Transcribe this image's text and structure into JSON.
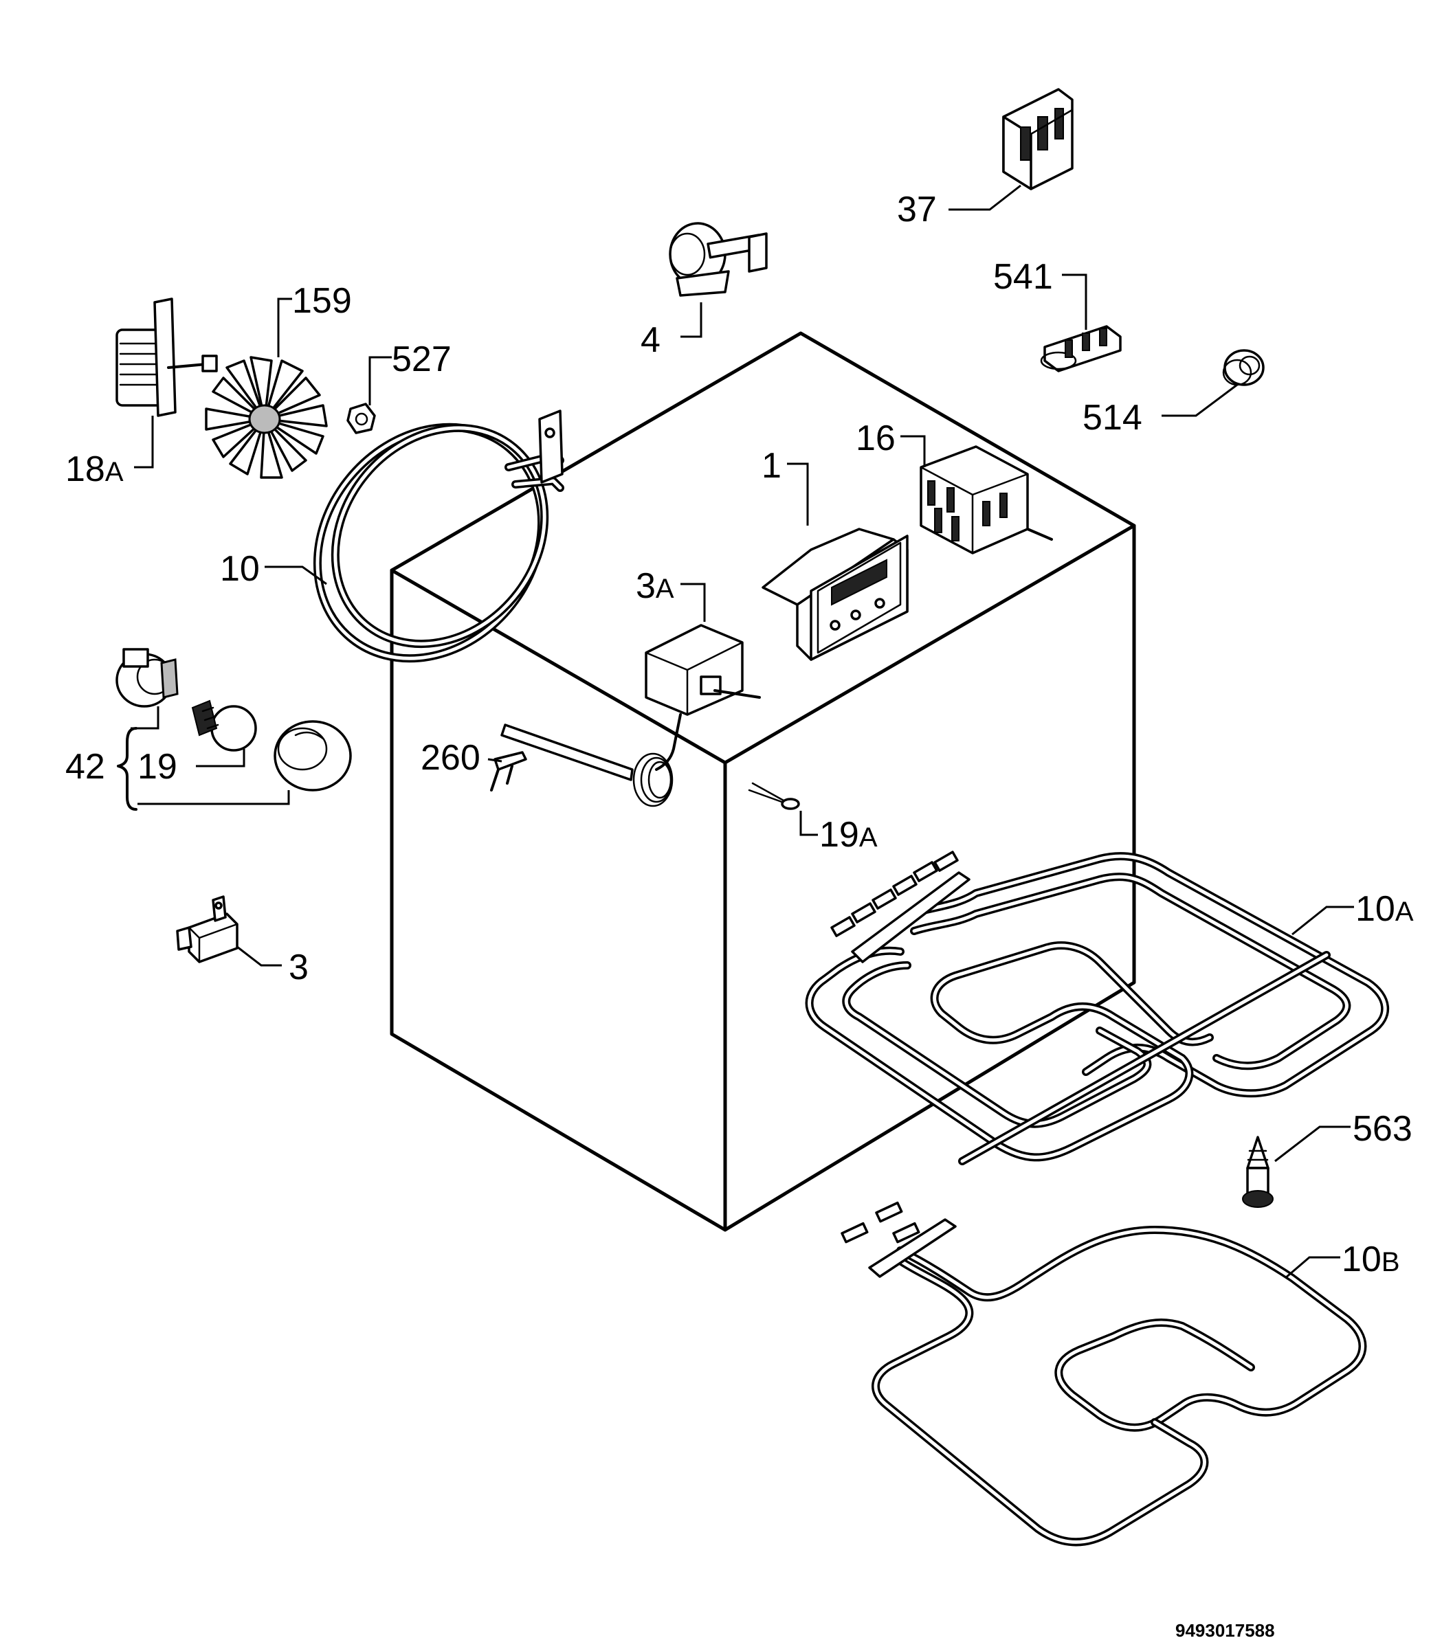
{
  "diagram": {
    "labels": {
      "p1": "1",
      "p3": "3",
      "p3a": "3",
      "p3a_sub": "A",
      "p4": "4",
      "p10": "10",
      "p10a": "10",
      "p10a_sub": "A",
      "p10b": "10",
      "p10b_sub": "B",
      "p16": "16",
      "p18a": "18",
      "p18a_sub": "A",
      "p19": "19",
      "p19a": "19",
      "p19a_sub": "A",
      "p37": "37",
      "p42": "42",
      "p159": "159",
      "p260": "260",
      "p514": "514",
      "p527": "527",
      "p541": "541",
      "p563": "563"
    },
    "doc_number": "9493017588"
  }
}
